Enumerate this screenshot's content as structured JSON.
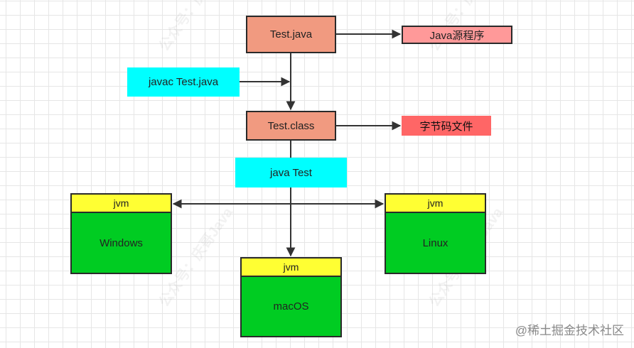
{
  "nodes": {
    "test_java": "Test.java",
    "java_source": "Java源程序",
    "javac_command": "javac Test.java",
    "test_class": "Test.class",
    "bytecode_file": "字节码文件",
    "java_command": "java Test"
  },
  "platforms": [
    {
      "jvm_label": "jvm",
      "os_label": "Windows"
    },
    {
      "jvm_label": "jvm",
      "os_label": "macOS"
    },
    {
      "jvm_label": "jvm",
      "os_label": "Linux"
    }
  ],
  "watermark_text": "公众号：庆哥Java",
  "footer_watermark": "@稀土掘金技术社区",
  "colors": {
    "source_node": "#f19a80",
    "source_label": "#ff9999",
    "bytecode_label": "#ff6666",
    "command": "#00ffff",
    "jvm_header": "#ffff33",
    "os_body": "#00cc22",
    "line": "#333333"
  }
}
